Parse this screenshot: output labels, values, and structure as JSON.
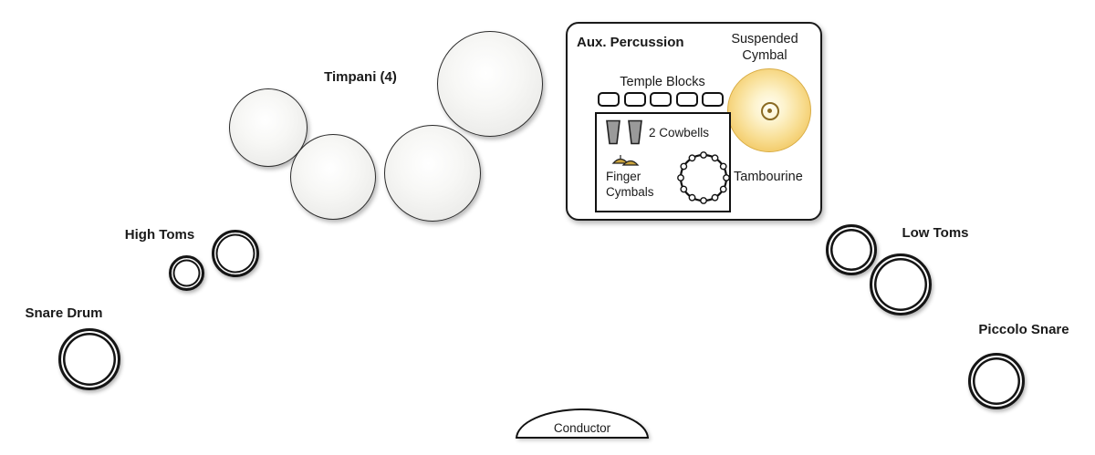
{
  "diagram": {
    "timpani": {
      "label": "Timpani (4)",
      "count": 4
    },
    "aux": {
      "title": "Aux. Percussion",
      "suspended_cymbal_label": "Suspended Cymbal",
      "temple_blocks_label": "Temple Blocks",
      "temple_blocks_count": 5,
      "cowbells_label": "2 Cowbells",
      "finger_cymbals_label": "Finger Cymbals",
      "tambourine_label": "Tambourine"
    },
    "drums": {
      "high_toms_label": "High Toms",
      "low_toms_label": "Low Toms",
      "snare_label": "Snare Drum",
      "piccolo_label": "Piccolo Snare"
    },
    "conductor_label": "Conductor",
    "colors": {
      "cymbal_gold": "#f1c55d",
      "cowbell_gray": "#9a9a9a",
      "outline": "#1a1a1a",
      "timpani_fill": "#f0f0ee"
    }
  }
}
